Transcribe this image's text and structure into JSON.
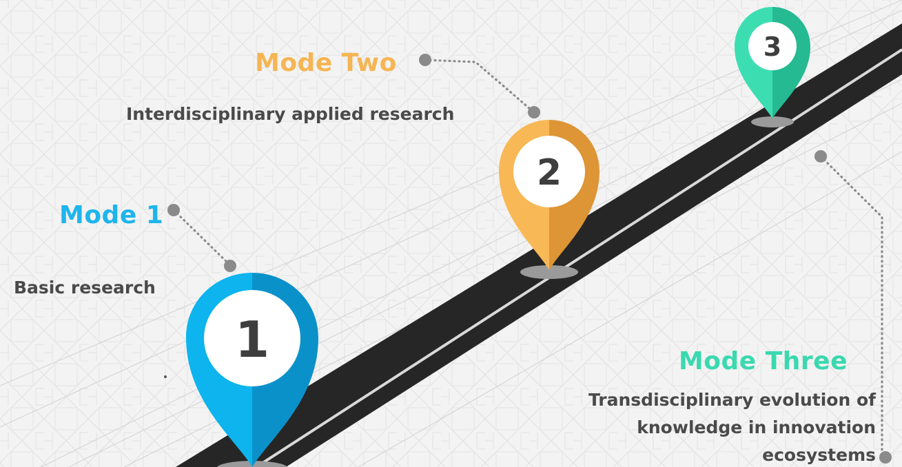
{
  "colors": {
    "background": "#f3f3f3",
    "pattern": "#e0e0e0",
    "road": "#262626",
    "road_line": "#dcdcdc",
    "connector": "#8a8a8a",
    "pin_shadow": "#9a9a9a",
    "pin_center": "#ffffff",
    "number": "#3e3e3e",
    "description": "#4a4a4a"
  },
  "modes": [
    {
      "id": "mode-1",
      "title": "Mode 1",
      "number": "1",
      "description": "Basic research",
      "color": "#1eb5ec",
      "pin_light": "#0db4ee",
      "pin_dark": "#0b91ca",
      "icon": "map-pin-icon"
    },
    {
      "id": "mode-2",
      "title": "Mode Two",
      "number": "2",
      "description": "Interdisciplinary applied research",
      "color": "#f6b553",
      "pin_light": "#f8b856",
      "pin_dark": "#dd9535",
      "icon": "map-pin-icon"
    },
    {
      "id": "mode-3",
      "title": "Mode Three",
      "number": "3",
      "description_lines": [
        "Transdisciplinary evolution of",
        "knowledge in innovation",
        "ecosystems"
      ],
      "color": "#3ad9b0",
      "pin_light": "#3dddb2",
      "pin_dark": "#25ba92",
      "icon": "map-pin-icon"
    }
  ]
}
